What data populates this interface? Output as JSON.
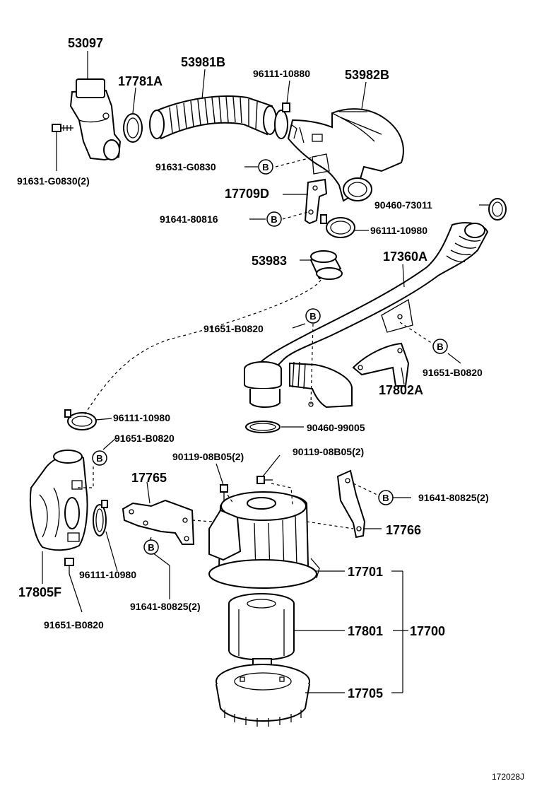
{
  "labels": {
    "p53097": "53097",
    "p17781A": "17781A",
    "p53981B": "53981B",
    "p96111_10880": "96111-10880",
    "p53982B": "53982B",
    "p91631_G0830_2": "91631-G0830(2)",
    "p91631_G0830": "91631-G0830",
    "p17709D": "17709D",
    "p90460_73011": "90460-73011",
    "p91641_80816": "91641-80816",
    "p96111_10980_a": "96111-10980",
    "p53983": "53983",
    "p17360A": "17360A",
    "p91651_B0820_a": "91651-B0820",
    "p91651_B0820_b": "91651-B0820",
    "p17802A": "17802A",
    "p96111_10980_b": "96111-10980",
    "p90460_99005": "90460-99005",
    "p91651_B0820_c": "91651-B0820",
    "p90119_08B05_2_a": "90119-08B05(2)",
    "p90119_08B05_2_b": "90119-08B05(2)",
    "p17765": "17765",
    "p91641_80825_2_a": "91641-80825(2)",
    "p17766": "17766",
    "p96111_10980_c": "96111-10980",
    "p17805F": "17805F",
    "p17701": "17701",
    "p91641_80825_2_b": "91641-80825(2)",
    "p17801": "17801",
    "p17700": "17700",
    "p91651_B0820_d": "91651-B0820",
    "p17705": "17705"
  },
  "marker_letter": "B",
  "figure_id": "172028J"
}
